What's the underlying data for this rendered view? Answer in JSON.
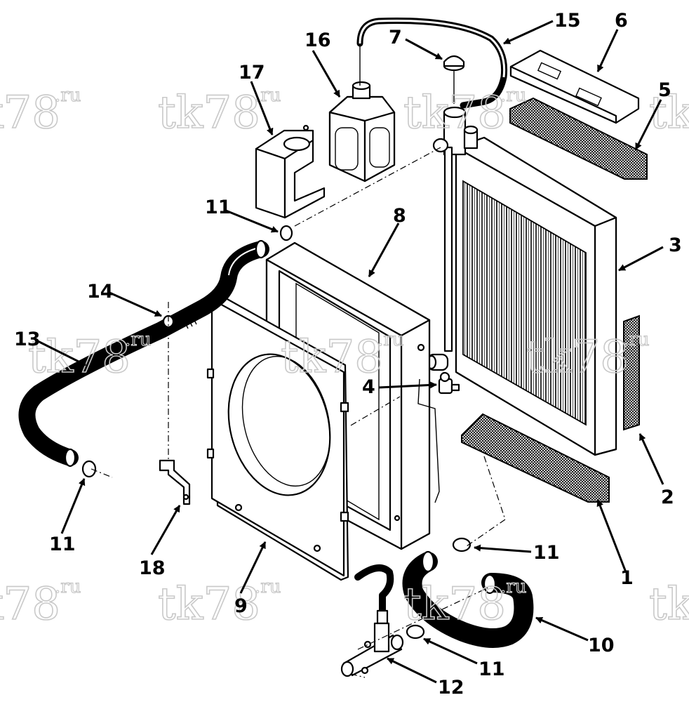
{
  "watermark": {
    "main": "tk78",
    "suffix": ".ru"
  },
  "callouts": [
    {
      "id": "1",
      "text": "1"
    },
    {
      "id": "2",
      "text": "2"
    },
    {
      "id": "3",
      "text": "3"
    },
    {
      "id": "4",
      "text": "4"
    },
    {
      "id": "5",
      "text": "5"
    },
    {
      "id": "6",
      "text": "6"
    },
    {
      "id": "7",
      "text": "7"
    },
    {
      "id": "8",
      "text": "8"
    },
    {
      "id": "9",
      "text": "9"
    },
    {
      "id": "10",
      "text": "10"
    },
    {
      "id": "11a",
      "text": "11"
    },
    {
      "id": "11b",
      "text": "11"
    },
    {
      "id": "11c",
      "text": "11"
    },
    {
      "id": "11d",
      "text": "11"
    },
    {
      "id": "12",
      "text": "12"
    },
    {
      "id": "13",
      "text": "13"
    },
    {
      "id": "14",
      "text": "14"
    },
    {
      "id": "15",
      "text": "15"
    },
    {
      "id": "16",
      "text": "16"
    },
    {
      "id": "17",
      "text": "17"
    },
    {
      "id": "18",
      "text": "18"
    }
  ]
}
